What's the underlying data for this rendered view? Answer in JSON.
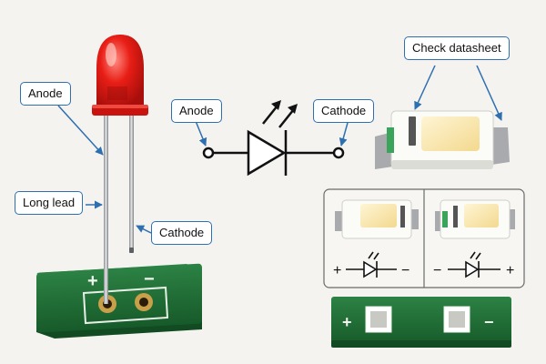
{
  "callouts": {
    "anode_top": "Anode",
    "long_lead": "Long lead",
    "cathode_bottom": "Cathode",
    "anode_symbol": "Anode",
    "cathode_symbol": "Cathode",
    "check_datasheet": "Check datasheet"
  },
  "pcb_left": {
    "plus": "+",
    "minus": "−"
  },
  "smd_comparison": {
    "left": {
      "left_sign": "+",
      "right_sign": "−"
    },
    "right": {
      "left_sign": "−",
      "right_sign": "+"
    }
  },
  "smd_pcb": {
    "plus": "+",
    "minus": "−"
  },
  "colors": {
    "led_red": "#e01a14",
    "pcb_green": "#1f6b34",
    "callout_border": "#2e6fb0",
    "cathode_mark_green": "#3aa45a",
    "pad_gold": "#c8a04a"
  }
}
